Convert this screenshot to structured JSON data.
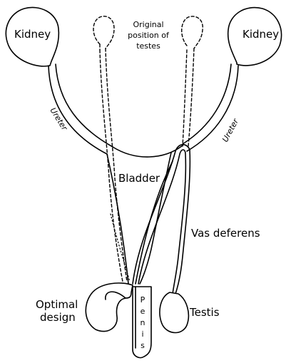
{
  "labels": {
    "kidney_left": "Kidney",
    "kidney_right": "Kidney",
    "original_position_line1": "Original",
    "original_position_line2": "position of",
    "original_position_line3": "testes",
    "ureter_left": "Ureter",
    "ureter_right": "Ureter",
    "bladder": "Bladder",
    "vas_deferens": "Vas deferens",
    "optimal_line1": "Optimal",
    "optimal_line2": "design",
    "testis": "Testis",
    "penis_letters": [
      "P",
      "e",
      "n",
      "i",
      "s"
    ]
  },
  "colors": {
    "stroke": "#000000",
    "background": "#ffffff"
  }
}
